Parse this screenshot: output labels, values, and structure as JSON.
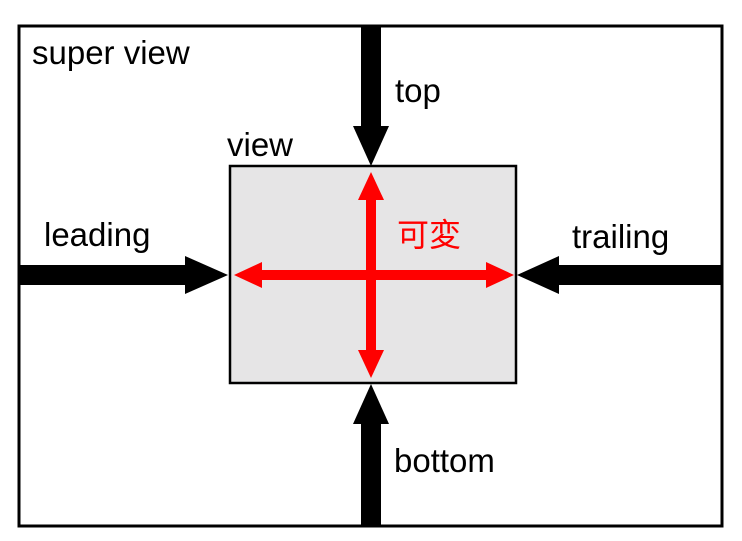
{
  "labels": {
    "super_view": "super view",
    "view": "view",
    "top": "top",
    "bottom": "bottom",
    "leading": "leading",
    "trailing": "trailing",
    "variable": "可変"
  },
  "colors": {
    "frame": "#000000",
    "view_fill": "#e6e5e6",
    "constraint_arrow": "#000000",
    "variable_arrow": "#ff0000"
  }
}
